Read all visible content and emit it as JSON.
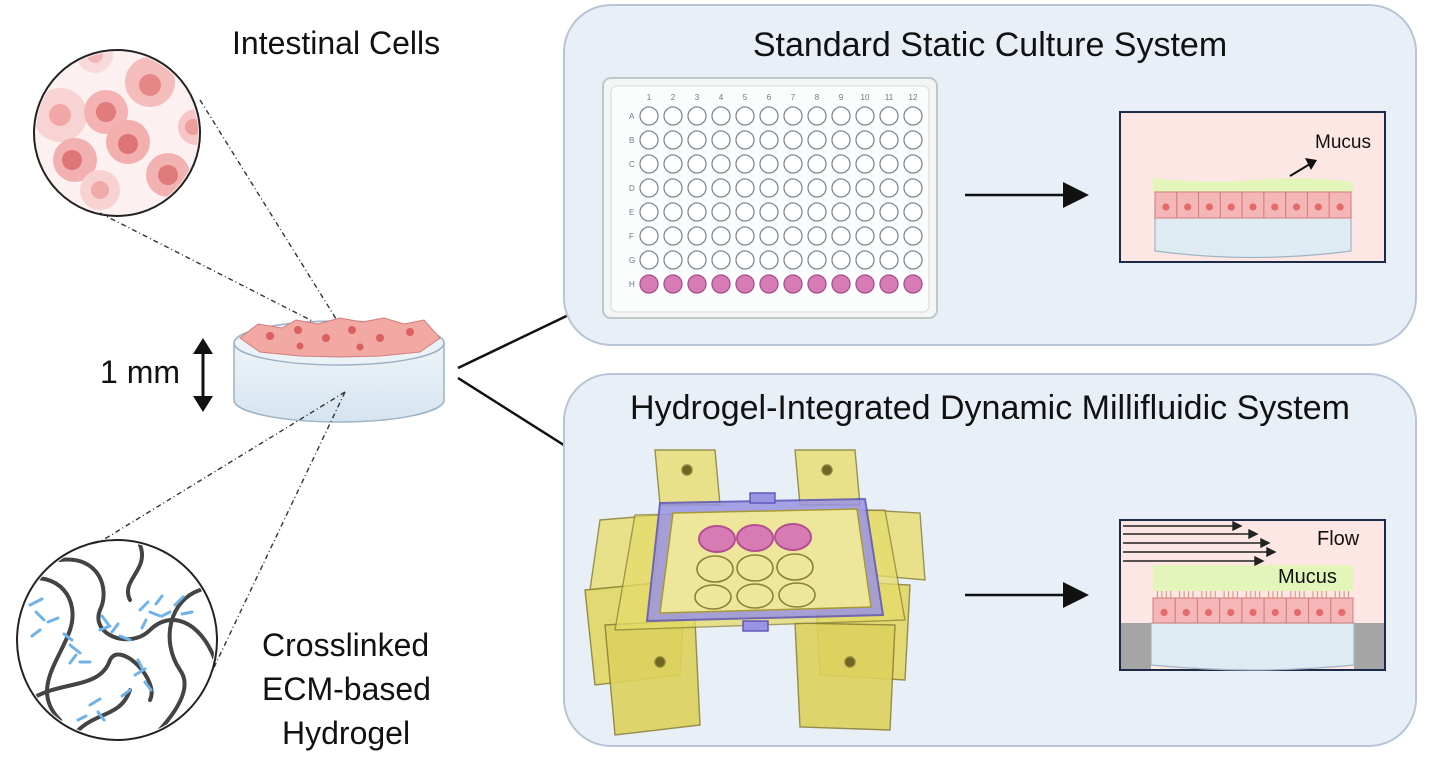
{
  "left": {
    "cells_label": "Intestinal Cells",
    "height_label": "1 mm",
    "hydrogel_label_line1": "Crosslinked",
    "hydrogel_label_line2": "ECM-based",
    "hydrogel_label_line3": "Hydrogel"
  },
  "static_panel": {
    "title": "Standard Static Culture System",
    "plate_columns": [
      "1",
      "2",
      "3",
      "4",
      "5",
      "6",
      "7",
      "8",
      "9",
      "10",
      "11",
      "12"
    ],
    "plate_rows": [
      "A",
      "B",
      "C",
      "D",
      "E",
      "F",
      "G",
      "H"
    ],
    "mucus_label": "Mucus"
  },
  "dynamic_panel": {
    "title": "Hydrogel-Integrated Dynamic Millifluidic System",
    "flow_label": "Flow",
    "mucus_label": "Mucus"
  },
  "colors": {
    "panel_bg": "#e9eff7",
    "cell_pink": "#f4b6b6",
    "nucleus": "#e56b6b",
    "hydrogel_blue": "#dbe9f3",
    "mucus_green": "#e3f5b8",
    "well_magenta": "#d77bb5",
    "device_yellow": "#e6dc6a",
    "device_purple": "#8d86d8",
    "crosslinker_blue": "#6fb3ea"
  }
}
